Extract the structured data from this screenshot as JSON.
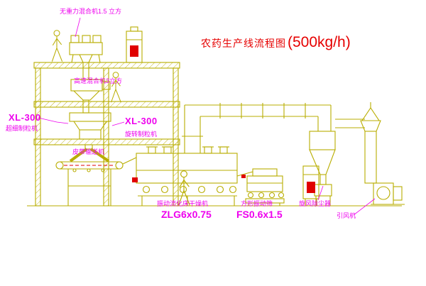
{
  "title": {
    "name": "农药生产线流程图",
    "capacity": "(500kg/h)"
  },
  "labels": {
    "top_mixer": "无重力混合机1.5 立方",
    "high_speed_mixer": "高速混合机3立方",
    "granulator_left_model": "XL-300",
    "granulator_left_name": "超细制粒机",
    "granulator_right_model": "XL-300",
    "granulator_right_name": "旋转制粒机",
    "belt_conveyor": "皮带输送机",
    "dryer_name": "振动流化床干燥机",
    "dryer_model": "ZLG6x0.75",
    "sieve_name": "方形振动筛",
    "sieve_model": "FS0.6x1.5",
    "cyclone": "旋风除尘器",
    "fan": "引风机"
  },
  "colors": {
    "drawing_line": "#b9ad00",
    "label_magenta": "#ee00ee",
    "accent_red": "#e60000",
    "background": "#ffffff"
  }
}
